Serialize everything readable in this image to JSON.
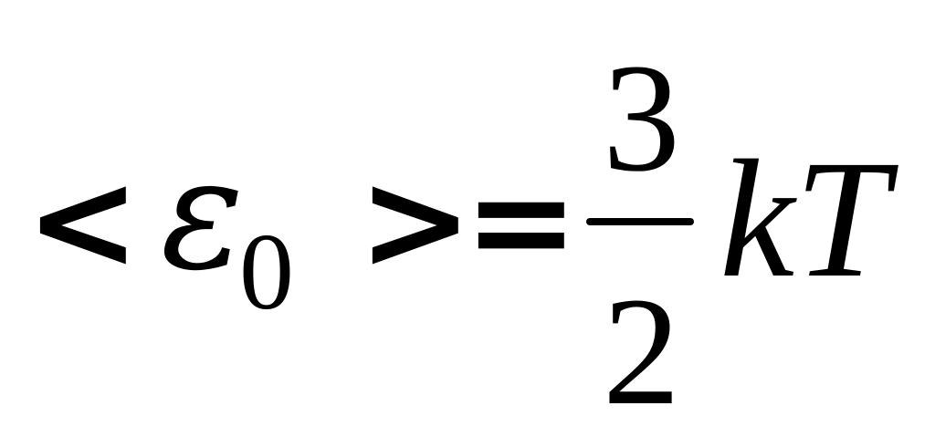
{
  "formula": {
    "open_bracket": "<",
    "symbol": "ε",
    "subscript": "0",
    "close_bracket": ">",
    "equals": "=",
    "numerator": "3",
    "denominator": "2",
    "variables": "kT"
  }
}
